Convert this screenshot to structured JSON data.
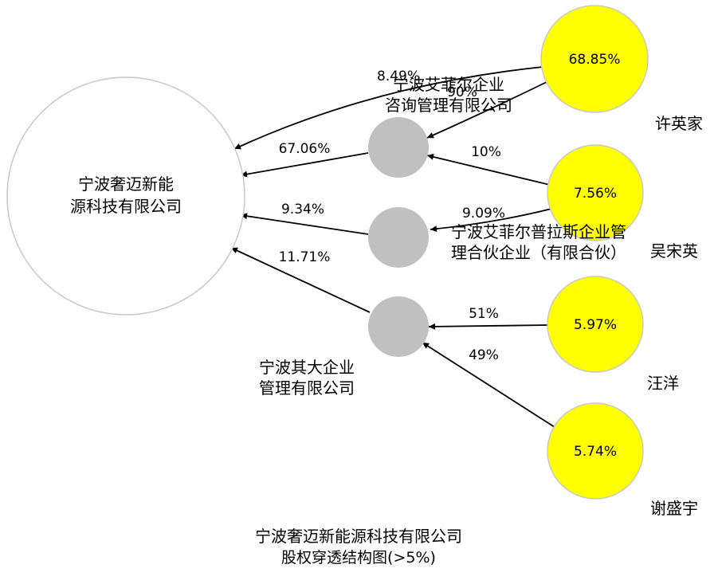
{
  "company": {
    "name_line1": "宁波奢迈新能",
    "name_line2": "源科技有限公司"
  },
  "holders": {
    "xu": {
      "name": "许英家",
      "percent": "68.85%"
    },
    "wu": {
      "name": "吴宋英",
      "percent": "7.56%"
    },
    "wang": {
      "name": "汪洋",
      "percent": "5.97%"
    },
    "xie": {
      "name": "谢盛宇",
      "percent": "5.74%"
    }
  },
  "intermediates": {
    "aifeier_consult": {
      "name_line1": "宁波艾菲尔企业",
      "name_line2": "咨询管理有限公司"
    },
    "aifeier_prats": {
      "name_line1": "宁波艾菲尔普拉斯企业管",
      "name_line2": "理合伙企业（有限合伙）"
    },
    "qida": {
      "name_line1": "宁波其大企业",
      "name_line2": "管理有限公司"
    }
  },
  "edges": {
    "xu_to_company": "8.49%",
    "xu_to_consult": "90%",
    "wu_to_consult": "10%",
    "wu_to_prats": "9.09%",
    "consult_to_company": "67.06%",
    "prats_to_company": "9.34%",
    "qida_to_company": "11.71%",
    "wang_to_qida": "51%",
    "xie_to_qida": "49%"
  },
  "caption": {
    "line1": "宁波奢迈新能源科技有限公司",
    "line2": "股权穿透结构图(>5%)"
  },
  "colors": {
    "holder_fill": "#ffff00",
    "holder_stroke": "#c8c8c8",
    "intermediate_fill": "#c0c0c0",
    "company_fill": "#ffffff",
    "company_stroke": "#c8c8c8",
    "edge": "#000000"
  }
}
